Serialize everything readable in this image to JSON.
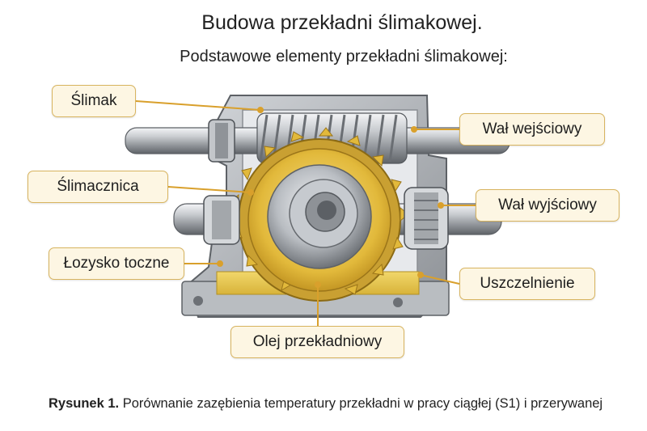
{
  "title": "Budowa przekładni ślimakowej.",
  "subtitle": "Podstawowe elementy przekładni ślimakowej:",
  "labels": {
    "slimak": "Ślimak",
    "slimacznica": "Ślimacznica",
    "lozysko": "Łozysko toczne",
    "wal_wejsciowy": "Wał wejściowy",
    "wal_wyjsciowy": "Wał wyjściowy",
    "uszczelnienie": "Uszczelnienie",
    "olej": "Olej przekładniowy"
  },
  "caption": {
    "prefix": "Rysunek 1.",
    "text": "Porównanie zazębienia temperatury przekładni w pracy ciągłej (S1) i przerywanej"
  },
  "colors": {
    "label_fill": "#fdf6e3",
    "label_border": "#d8b45f",
    "leader_line": "#d9a02c",
    "gear_gold": "#e2b93b",
    "housing_grey": "#9a9ea3"
  }
}
